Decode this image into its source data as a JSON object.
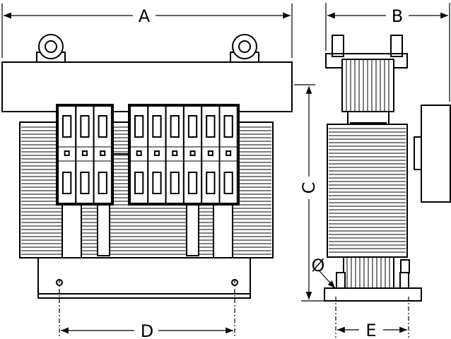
{
  "dimensions": {
    "a": "A",
    "b": "B",
    "c": "C",
    "d": "D",
    "e": "E",
    "diameter": "Ø"
  },
  "colors": {
    "line": "#000000",
    "background": "#ffffff"
  }
}
